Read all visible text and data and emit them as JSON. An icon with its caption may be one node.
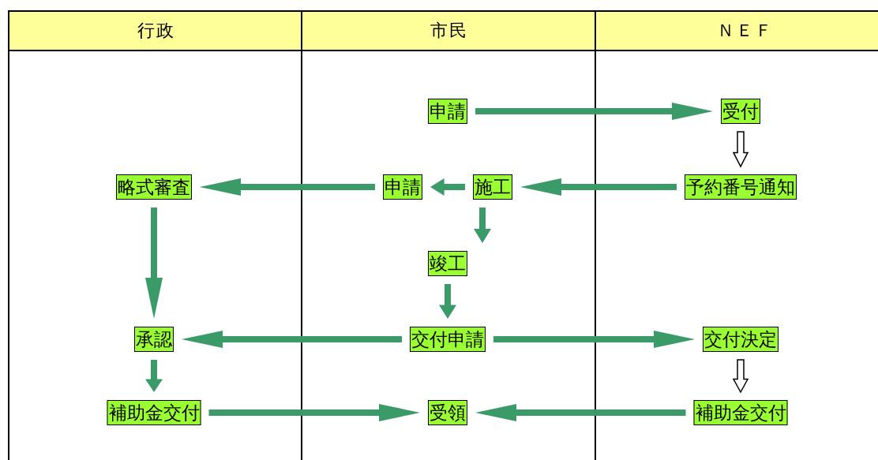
{
  "diagram": {
    "nodes": [
      {
        "text": [
          "行政"
        ]
      },
      {
        "text": [
          "市民"
        ]
      },
      {
        "text": [
          "ＮＥＦ"
        ]
      },
      {
        "text": [
          "申請"
        ],
        "in": 1
      },
      {
        "text": [
          "受付"
        ],
        "in": 2
      },
      {
        "text": [
          "略式審査"
        ],
        "in": 0
      },
      {
        "text": [
          "申請"
        ],
        "in": 1
      },
      {
        "text": [
          "施工"
        ],
        "in": 1
      },
      {
        "text": [
          "予約番号通知"
        ],
        "in": 2
      },
      {
        "text": [
          "竣工"
        ],
        "in": 1
      },
      {
        "text": [
          "承認"
        ],
        "in": 0
      },
      {
        "text": [
          "交付申請"
        ],
        "in": 1
      },
      {
        "text": [
          "交付決定"
        ],
        "in": 2
      },
      {
        "text": [
          "補助金交付"
        ],
        "in": 0
      },
      {
        "text": [
          "受領"
        ],
        "in": 1
      },
      {
        "text": [
          "補助金交付"
        ],
        "in": 2
      }
    ],
    "edges": [
      {
        "from": 3,
        "to": 4,
        "arrow": "to"
      },
      {
        "from": 4,
        "to": 8,
        "arrow": "to",
        "color": "#ffffff"
      },
      {
        "from": 8,
        "to": 7,
        "arrow": "to"
      },
      {
        "from": 7,
        "to": 6,
        "arrow": "to"
      },
      {
        "from": 6,
        "to": 5,
        "arrow": "to"
      },
      {
        "from": 7,
        "to": 9,
        "arrow": "to"
      },
      {
        "from": 5,
        "to": 10,
        "arrow": "to"
      },
      {
        "from": 9,
        "to": 11,
        "arrow": "to"
      },
      {
        "from": 11,
        "to": 10,
        "arrow": "to"
      },
      {
        "from": 11,
        "to": 12,
        "arrow": "to"
      },
      {
        "from": 12,
        "to": 15,
        "arrow": "to",
        "color": "#ffffff"
      },
      {
        "from": 10,
        "to": 13,
        "arrow": "to"
      },
      {
        "from": 13,
        "to": 14,
        "arrow": "to"
      },
      {
        "from": 15,
        "to": 14,
        "arrow": "to"
      }
    ]
  }
}
